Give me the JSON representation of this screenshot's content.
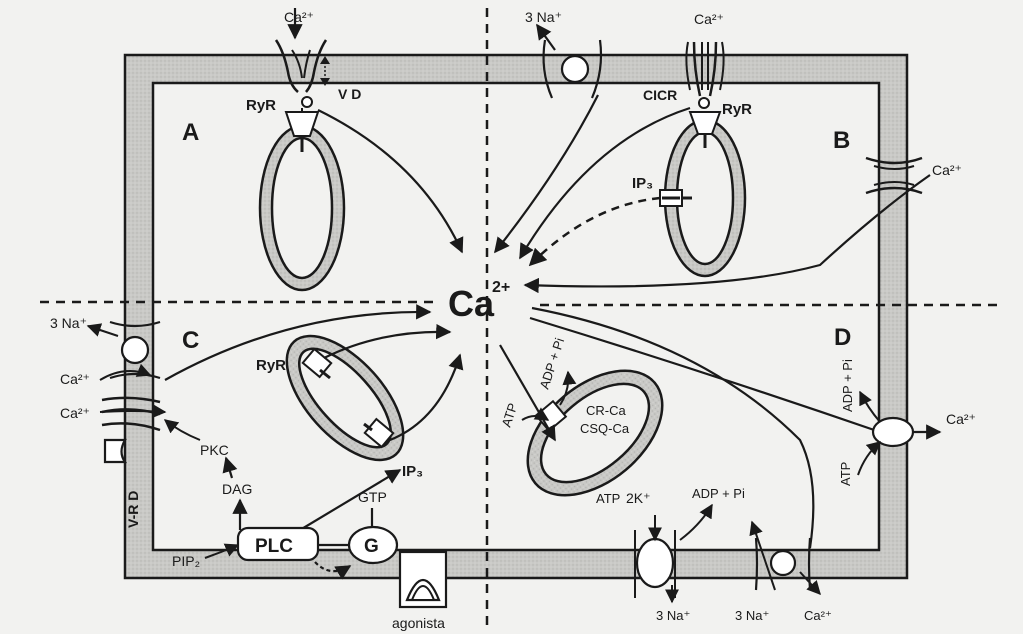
{
  "quadrants": {
    "a": "A",
    "b": "B",
    "c": "C",
    "d": "D"
  },
  "center": {
    "ion": "Ca",
    "charge": "2+"
  },
  "labels": {
    "ca2_top": "Ca²⁺",
    "vd": "V D",
    "ryr_a": "RyR",
    "na3_top": "3 Na⁺",
    "ca2_b_top": "Ca²⁺",
    "cicr": "CICR",
    "ryr_b": "RyR",
    "ip3_b": "IP₃",
    "ca2_b_right": "Ca²⁺",
    "na3_c": "3 Na⁺",
    "ca2_c1": "Ca²⁺",
    "ca2_c2": "Ca²⁺",
    "vrd": "V-R D",
    "ryr_c": "RyR",
    "pkc": "PKC",
    "dag": "DAG",
    "ip3_c": "IP₃",
    "gtp": "GTP",
    "pip2": "PIP₂",
    "plc": "PLC",
    "g": "G",
    "agonista": "agonista",
    "adp_pi_sr": "ADP + Pi",
    "atp_sr": "ATP",
    "cr_ca": "CR-Ca",
    "csq_ca": "CSQ-Ca",
    "atp_nak": "ATP",
    "k2": "2K⁺",
    "adp_pi_nak": "ADP + Pi",
    "na3_bot1": "3 Na⁺",
    "na3_bot2": "3 Na⁺",
    "ca2_bot": "Ca²⁺",
    "adp_pi_pmca": "ADP + Pi",
    "atp_pmca": "ATP",
    "ca2_pmca": "Ca²⁺"
  }
}
